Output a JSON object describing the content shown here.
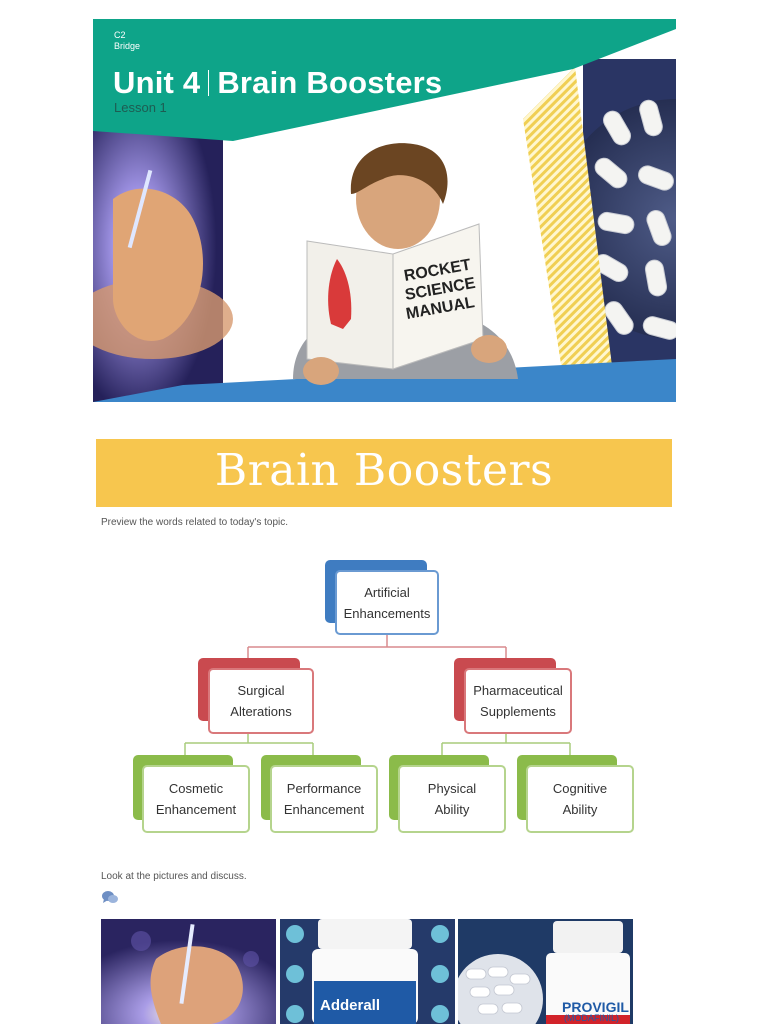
{
  "banner": {
    "series_line1": "C2",
    "series_line2": "Bridge",
    "unit_label": "Unit 4",
    "unit_name": "Brain Boosters",
    "lesson": "Lesson 1",
    "book_title_line1": "ROCKET",
    "book_title_line2": "SCIENCE",
    "book_title_line3": "MANUAL",
    "colors": {
      "teal": "#0ea489",
      "blue": "#3b86c9",
      "yellow": "#f3d25a"
    }
  },
  "heading": {
    "title": "Brain Boosters",
    "color": "#f7c64e"
  },
  "instructions": {
    "preview": "Preview the words related to today's topic.",
    "discuss": "Look at the pictures and discuss."
  },
  "diagram": {
    "root": {
      "line1": "Artificial",
      "line2": "Enhancements",
      "color": "#3f7cc1"
    },
    "branches": [
      {
        "line1": "Surgical",
        "line2": "Alterations",
        "color": "#c94a4f",
        "children": [
          {
            "line1": "Cosmetic",
            "line2": "Enhancement"
          },
          {
            "line1": "Performance",
            "line2": "Enhancement"
          }
        ]
      },
      {
        "line1": "Pharmaceutical",
        "line2": "Supplements",
        "color": "#c94a4f",
        "children": [
          {
            "line1": "Physical",
            "line2": "Ability"
          },
          {
            "line1": "Cognitive",
            "line2": "Ability"
          }
        ]
      }
    ],
    "leaf_color": "#8bbb4a"
  },
  "thumbnails": {
    "adderall_label": "Adderall",
    "provigil_label": "PROVIGIL",
    "provigil_sub": "(MODAFINIL)"
  }
}
